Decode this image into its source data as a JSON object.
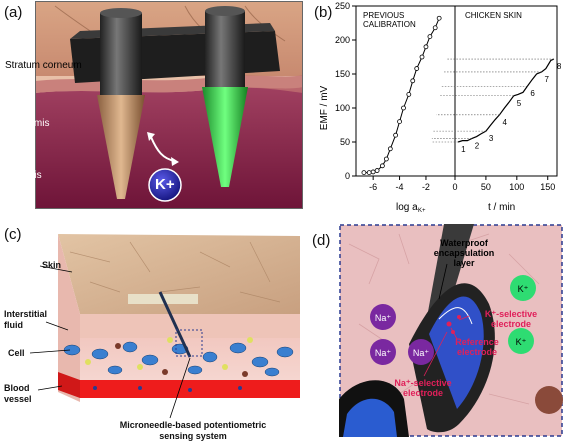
{
  "panels": {
    "a": {
      "label": "(a)",
      "layers": [
        "Stratum corneum",
        "Epidermis",
        "Dermis"
      ],
      "ion": "K+"
    },
    "b": {
      "label": "(b)",
      "left_title": [
        "PREVIOUS",
        "CALIBRATION"
      ],
      "right_title": "CHICKEN SKIN",
      "ylabel": "EMF / mV",
      "left_xlabel": "log a",
      "left_xlabel_sub": "K+",
      "right_xlabel": "t / min"
    },
    "c": {
      "label": "(c)",
      "labels": [
        "Skin",
        "Interstitial fluid",
        "Cell",
        "Blood vessel"
      ],
      "bottom": [
        "Microneedle-based potentiometric",
        "sensing system"
      ]
    },
    "d": {
      "label": "(d)",
      "waterproof": [
        "Waterproof",
        "encapsulation",
        "layer"
      ],
      "kselective": [
        "K⁺-selective",
        "electrode"
      ],
      "reference": [
        "Reference",
        "electrode"
      ],
      "naselective": [
        "Na⁺-selective",
        "electrode"
      ],
      "ions": [
        "Na⁺",
        "Na⁺",
        "Na⁺",
        "K⁺",
        "K⁺"
      ]
    }
  },
  "chart_data": [
    {
      "type": "scatter",
      "title": "PREVIOUS CALIBRATION",
      "xlabel": "log aK+",
      "ylabel": "EMF / mV",
      "xlim": [
        -7.3,
        0.2
      ],
      "ylim": [
        0,
        250
      ],
      "xticks": [
        -6,
        -4,
        -2
      ],
      "yticks": [
        0,
        50,
        100,
        150,
        200,
        250
      ],
      "x": [
        -6.7,
        -6.3,
        -6.0,
        -5.7,
        -5.3,
        -5.0,
        -4.7,
        -4.3,
        -4.0,
        -3.7,
        -3.3,
        -3.0,
        -2.7,
        -2.3,
        -2.0,
        -1.7,
        -1.3,
        -1.0
      ],
      "y": [
        5,
        5,
        6,
        8,
        15,
        25,
        40,
        60,
        80,
        100,
        120,
        140,
        158,
        175,
        190,
        205,
        218,
        232
      ]
    },
    {
      "type": "line",
      "title": "CHICKEN SKIN",
      "xlabel": "t / min",
      "xlim": [
        0,
        165
      ],
      "xticks": [
        0,
        50,
        100,
        150
      ],
      "t": [
        5,
        12,
        20,
        27,
        35,
        42,
        50,
        57,
        65,
        72,
        80,
        87,
        95,
        102,
        110,
        117,
        125,
        132,
        140,
        147,
        155,
        160
      ],
      "emf": [
        50,
        52,
        52,
        55,
        58,
        62,
        66,
        74,
        83,
        90,
        100,
        108,
        118,
        120,
        123,
        132,
        142,
        150,
        153,
        158,
        170,
        172
      ],
      "step_labels": [
        "1",
        "2",
        "3",
        "4",
        "5",
        "6",
        "7",
        "8"
      ]
    }
  ]
}
